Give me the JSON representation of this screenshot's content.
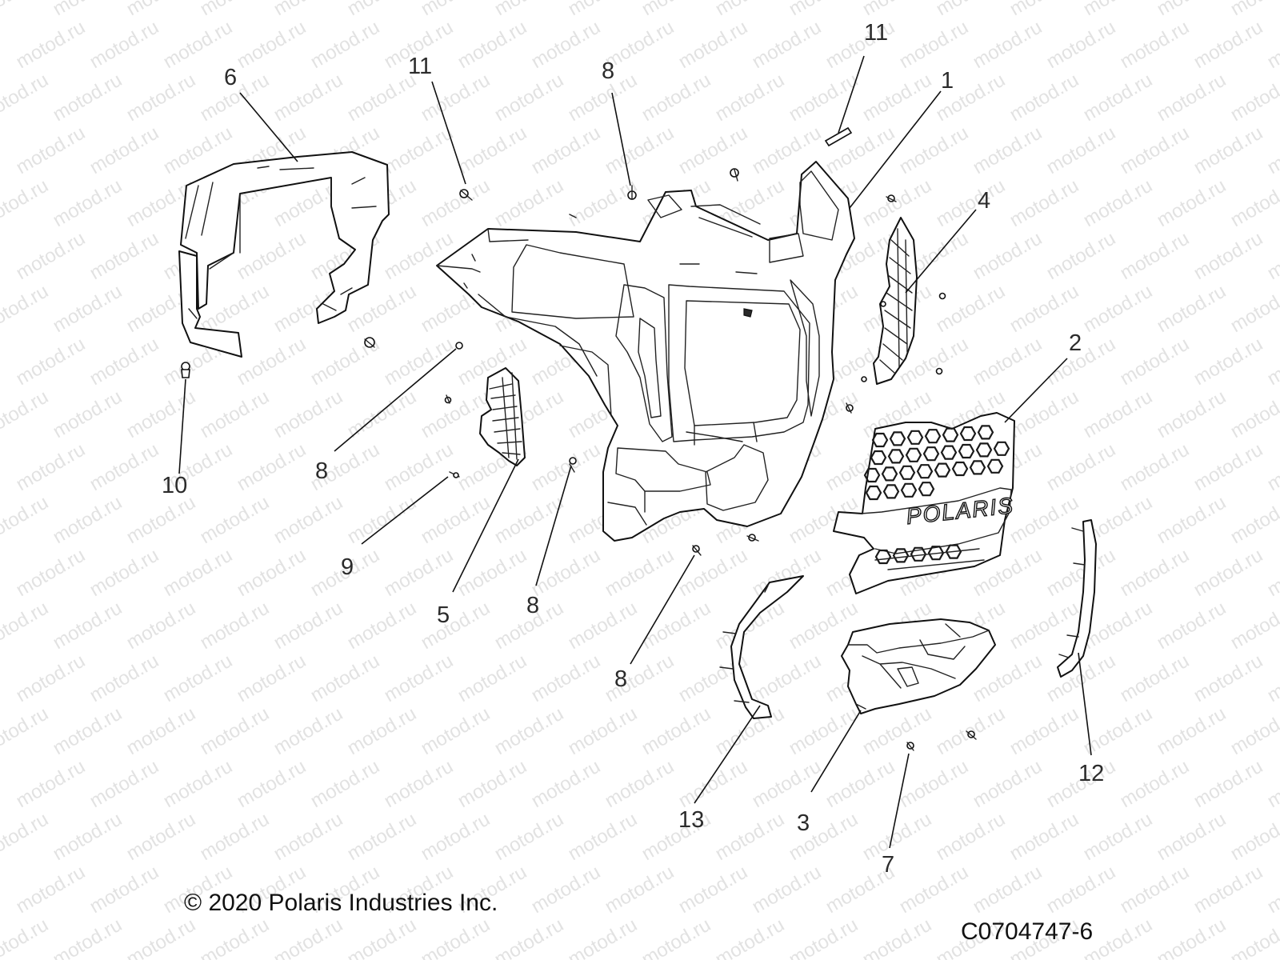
{
  "diagram": {
    "watermark_text": "motod.ru",
    "callout_labels": {
      "part_1": "1",
      "part_2": "2",
      "part_3": "3",
      "part_4": "4",
      "part_5": "5",
      "part_6": "6",
      "part_7": "7",
      "part_8_a": "8",
      "part_8_b": "8",
      "part_8_c": "8",
      "part_8_d": "8",
      "part_9": "9",
      "part_10": "10",
      "part_11_a": "11",
      "part_11_b": "11",
      "part_12": "12",
      "part_13": "13"
    },
    "grille_logo": "POLARIS"
  },
  "footer": {
    "copyright": "© 2020 Polaris Industries Inc.",
    "drawing_number": "C0704747-6"
  }
}
